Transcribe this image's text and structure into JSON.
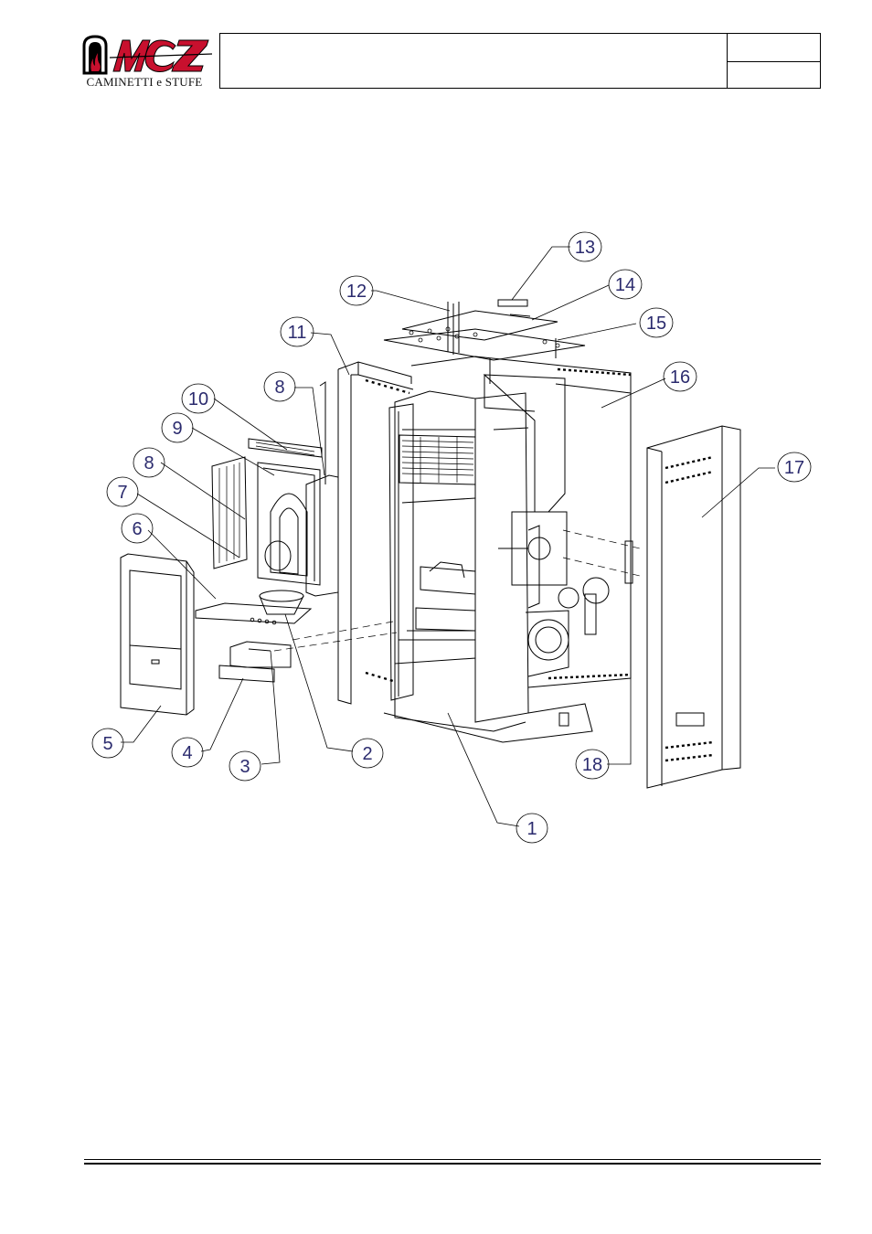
{
  "header": {
    "brand_caption": "CAMINETTI e STUFE",
    "logo_text": "MCZ",
    "colors": {
      "brand_red": "#c8102e",
      "frame": "#000000"
    }
  },
  "diagram": {
    "callouts": [
      "1",
      "2",
      "3",
      "4",
      "5",
      "6",
      "7",
      "8",
      "8",
      "9",
      "10",
      "11",
      "12",
      "13",
      "14",
      "15",
      "16",
      "17",
      "18"
    ],
    "callout_color": "#2b2b6e",
    "line_color": "#000000"
  }
}
